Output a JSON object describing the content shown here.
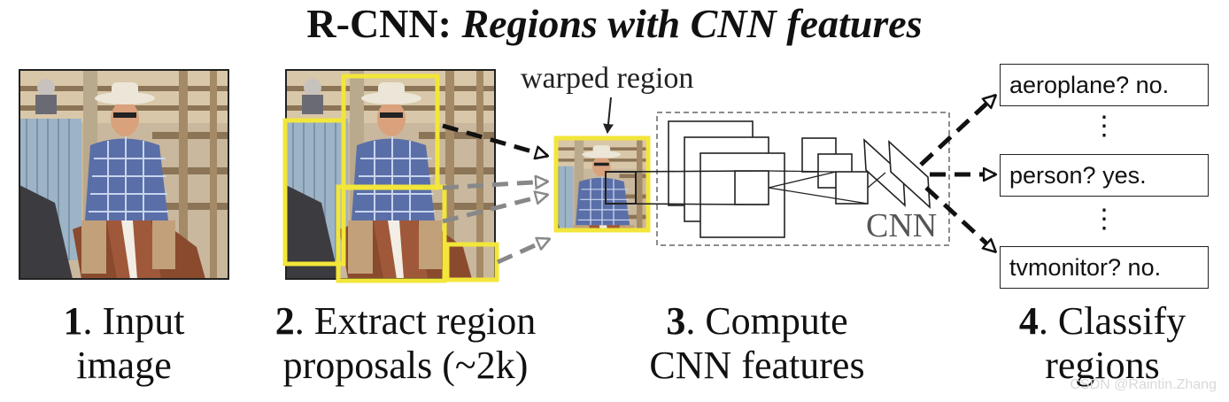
{
  "title": {
    "bold": "R-CNN:",
    "italic": "Regions with CNN features"
  },
  "steps": [
    {
      "num": "1",
      "rest": ". Input",
      "line2": "image"
    },
    {
      "num": "2",
      "rest": ". Extract region",
      "line2": "proposals (~2k)"
    },
    {
      "num": "3",
      "rest": ". Compute",
      "line2": "CNN features"
    },
    {
      "num": "4",
      "rest": ". Classify",
      "line2": "regions"
    }
  ],
  "warped_label": "warped region",
  "cnn_label": "CNN",
  "classes": [
    {
      "label": "aeroplane? no."
    },
    {
      "label": "person? yes."
    },
    {
      "label": "tvmonitor? no."
    }
  ],
  "vdots": "⋮",
  "watermark": "CSDN @Raintin.Zhang",
  "colors": {
    "proposal": "#f2e63a",
    "sky": "#9db3c6",
    "fence": "#c9b89d",
    "horse": "#8a4a2e",
    "shirt": "#5a6fa8"
  }
}
